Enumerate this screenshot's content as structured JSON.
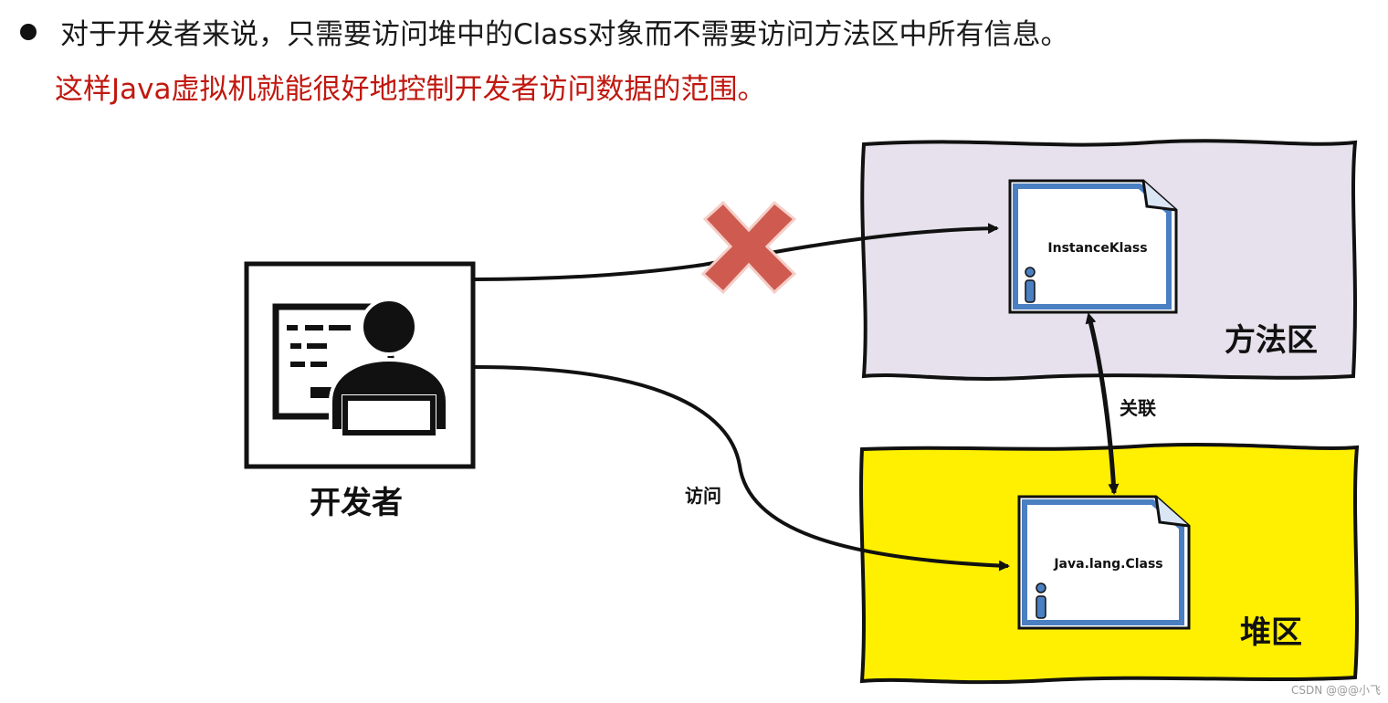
{
  "bullet_text": "对于开发者来说，只需要访问堆中的Class对象而不需要访问方法区中所有信息。",
  "red_text": "这样Java虚拟机就能很好地控制开发者访问数据的范围。",
  "developer_label": "开发者",
  "method_area_label": "方法区",
  "heap_label": "堆区",
  "instance_klass_label": "InstanceKlass",
  "java_class_label": "Java.lang.Class",
  "access_label": "访问",
  "association_label": "关联",
  "info_icon_glyph": "i",
  "watermark": "CSDN @@@小飞",
  "colors": {
    "red_text": "#c0180f",
    "method_area_fill": "#e6e1ec",
    "heap_fill": "#ffef00",
    "doc_border": "#4a7fc1",
    "cross": "#cf5b50"
  }
}
